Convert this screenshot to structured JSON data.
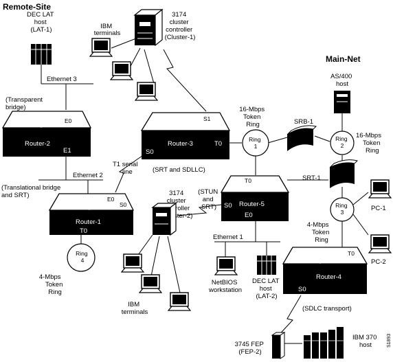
{
  "headings": {
    "remote_site": "Remote-Site",
    "main_net": "Main-Net"
  },
  "routers": [
    {
      "name": "Router-2",
      "ports": [
        "E0",
        "E1"
      ]
    },
    {
      "name": "Router-3",
      "ports": [
        "S1",
        "S0",
        "T0"
      ]
    },
    {
      "name": "Router-1",
      "ports": [
        "E0",
        "S0",
        "T0"
      ]
    },
    {
      "name": "Router-5",
      "ports": [
        "T0",
        "S0",
        "E0"
      ]
    },
    {
      "name": "Router-4",
      "ports": [
        "T0",
        "S0"
      ]
    }
  ],
  "rings": [
    {
      "label": [
        "Ring",
        "1"
      ],
      "caption": [
        "16-Mbps",
        "Token",
        "Ring"
      ]
    },
    {
      "label": [
        "Ring",
        "2"
      ],
      "caption": [
        "16-Mbps",
        "Token",
        "Ring"
      ]
    },
    {
      "label": [
        "Ring",
        "3"
      ],
      "caption": [
        "4-Mbps",
        "Token",
        "Ring"
      ]
    },
    {
      "label": [
        "Ring",
        "4"
      ],
      "caption": [
        "4-Mbps",
        "Token",
        "Ring"
      ]
    }
  ],
  "bridges": {
    "srb1": "SRB-1",
    "srt1": "SRT-1"
  },
  "hosts": {
    "dec_lat_1": [
      "DEC LAT",
      "host",
      "(LAT-1)"
    ],
    "as400": [
      "AS/400",
      "host"
    ],
    "dec_lat_2": [
      "DEC LAT",
      "host",
      "(LAT-2)"
    ],
    "ibm370": [
      "IBM 370",
      "host"
    ],
    "fep": [
      "3745 FEP",
      "(FEP-2)"
    ],
    "netbios": [
      "NetBIOS",
      "workstation"
    ],
    "pc1": "PC-1",
    "pc2": "PC-2"
  },
  "controllers": {
    "cluster1": [
      "3174",
      "cluster",
      "controller",
      "(Cluster-1)"
    ],
    "cluster2": [
      "3174",
      "cluster",
      "controller",
      "(Cluster-2)"
    ]
  },
  "terminals": {
    "top": [
      "IBM",
      "terminals"
    ],
    "bottom": [
      "IBM",
      "terminals"
    ]
  },
  "networks": {
    "ethernet1": "Ethernet 1",
    "ethernet2": "Ethernet 2",
    "ethernet3": "Ethernet 3"
  },
  "annotations": {
    "transparent_bridge": [
      "(Transparent",
      "bridge)"
    ],
    "translational": [
      "(Translational bridge",
      "and SRT)"
    ],
    "t1_serial": [
      "T1 serial",
      "line"
    ],
    "srt_sdllc": "(SRT and SDLLC)",
    "stun_srt": [
      "(STUN",
      "and",
      "SRT)"
    ],
    "sdlc_transport": "(SDLC transport)",
    "figure_id": "S1893"
  }
}
